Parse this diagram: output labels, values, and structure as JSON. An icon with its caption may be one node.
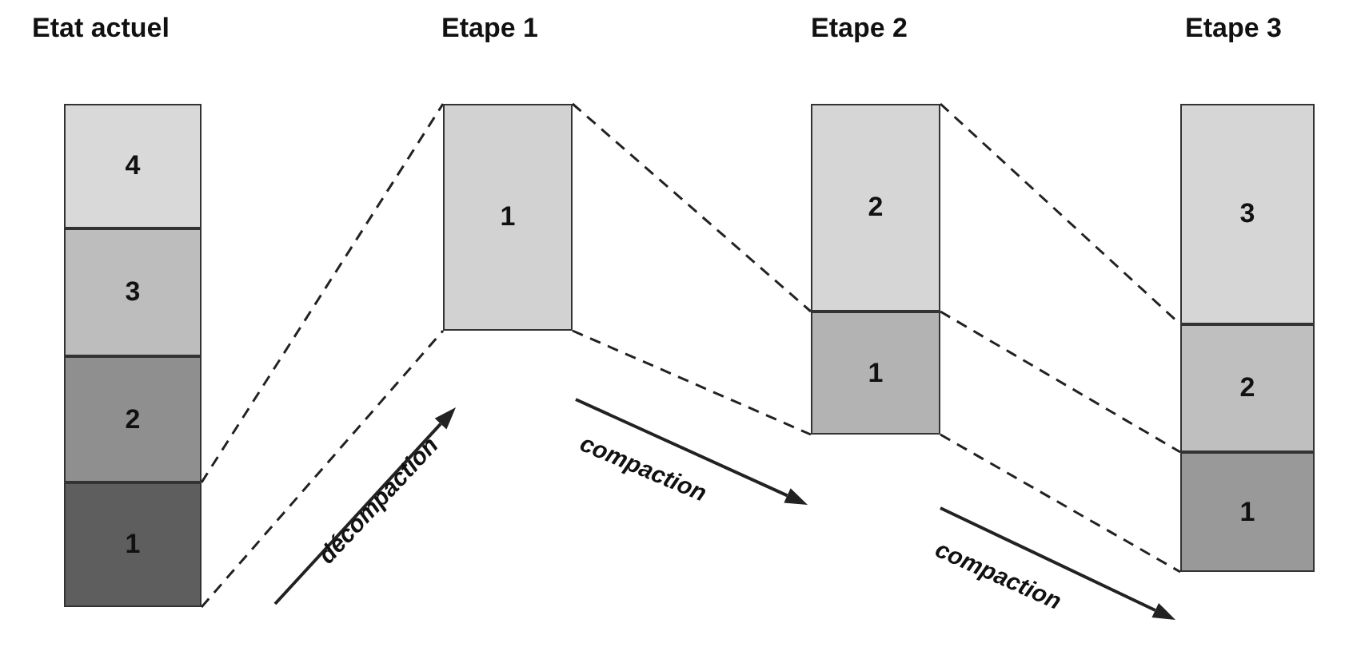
{
  "diagram": {
    "nodes": [
      {
        "text": [
          "4"
        ]
      },
      {
        "text": [
          "3"
        ]
      },
      {
        "text": [
          "2"
        ]
      },
      {
        "text": [
          "1"
        ]
      },
      {
        "text": [
          "1"
        ]
      },
      {
        "text": [
          "2"
        ]
      },
      {
        "text": [
          "1"
        ]
      },
      {
        "text": [
          "3"
        ]
      },
      {
        "text": [
          "2"
        ]
      },
      {
        "text": [
          "1"
        ]
      }
    ],
    "edges": [
      {
        "from": 3,
        "to": 4,
        "arrow": "none",
        "style": "dashed"
      },
      {
        "from": 3,
        "to": 4,
        "arrow": "none",
        "style": "dashed"
      },
      {
        "from": 4,
        "to": 6,
        "arrow": "none",
        "style": "dashed"
      },
      {
        "from": 4,
        "to": 6,
        "arrow": "none",
        "style": "dashed"
      },
      {
        "from": 5,
        "to": 8,
        "arrow": "none",
        "style": "dashed"
      },
      {
        "from": 6,
        "to": 9,
        "arrow": "none",
        "style": "dashed"
      },
      {
        "from": 6,
        "to": 9,
        "arrow": "none",
        "style": "dashed"
      }
    ],
    "labels": [
      "Etat actuel",
      "Etape 1",
      "Etape 2",
      "Etape 3",
      "décompaction",
      "compaction",
      "compaction"
    ]
  }
}
